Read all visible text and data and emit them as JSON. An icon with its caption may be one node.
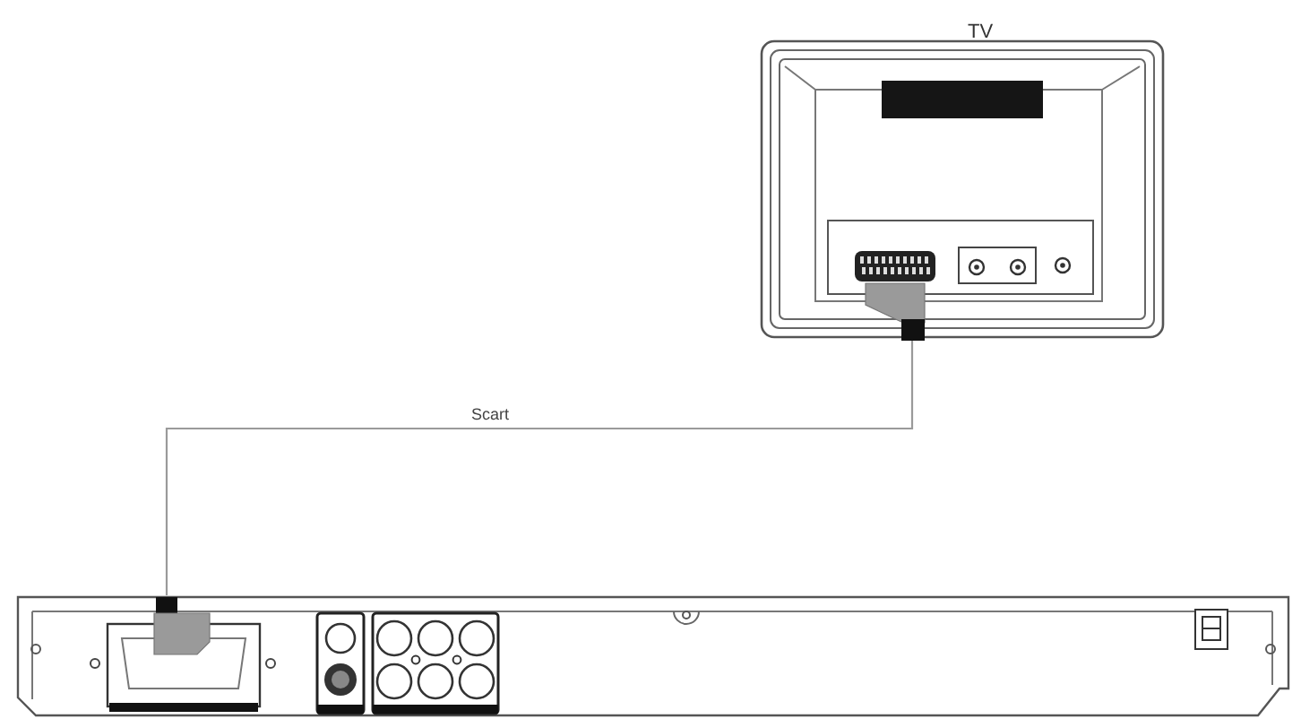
{
  "diagram": {
    "nodes": [
      {
        "text": [
          "TV"
        ]
      },
      {
        "text": [],
        "shape": "picture"
      }
    ],
    "edges": [
      {
        "from": 1,
        "to": 0,
        "arrow": "none",
        "label": "Scart"
      }
    ]
  }
}
